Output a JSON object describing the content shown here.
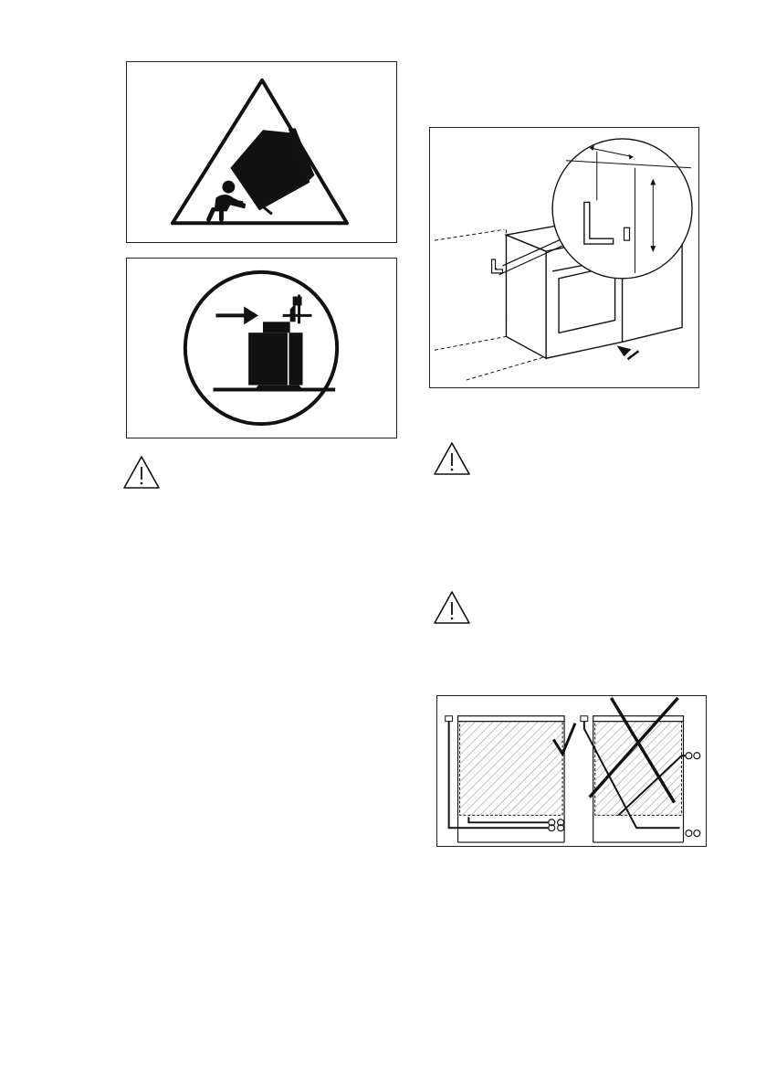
{
  "page": {
    "language": "",
    "figures": [
      {
        "id": "tip-over-warning",
        "icons": [
          "child-icon",
          "tipping-appliance-icon"
        ]
      },
      {
        "id": "anti-tilt-bracket-pictogram",
        "icons": [
          "push-arrow-icon",
          "bracket-icon",
          "appliance-icon"
        ]
      },
      {
        "id": "anti-tilt-bracket-installation",
        "icons": [
          "bracket-icon",
          "oven-icon",
          "arrow-icon"
        ]
      },
      {
        "id": "cable-routing",
        "icons": [
          "check-mark-icon",
          "cross-icon"
        ]
      }
    ],
    "warning_icons": [
      "warning-triangle-icon",
      "warning-triangle-icon",
      "warning-triangle-icon"
    ]
  },
  "colors": {
    "ink": "#111111",
    "hatch": "#888888",
    "paper": "#ffffff"
  }
}
